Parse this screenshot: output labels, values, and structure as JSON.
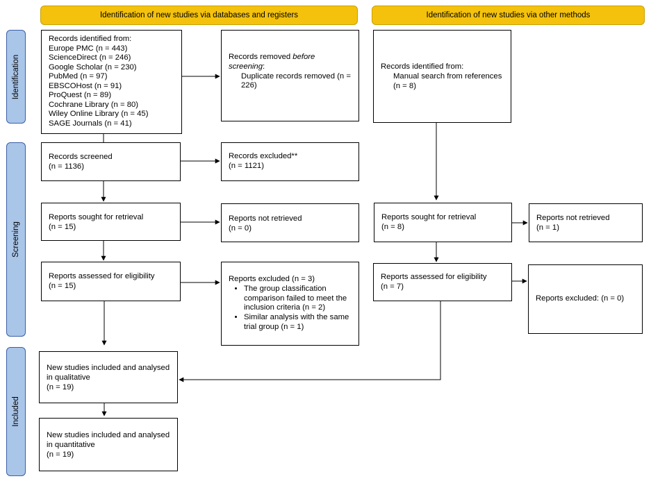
{
  "headers": {
    "databases": "Identification of new studies via databases and registers",
    "other": "Identification of new studies via other methods"
  },
  "phases": {
    "identification": "Identification",
    "screening": "Screening",
    "included": "Included"
  },
  "left": {
    "identified": {
      "title": "Records identified from:",
      "sources": [
        "Europe PMC (n = 443)",
        "ScienceDirect (n = 246)",
        "Google Scholar (n = 230)",
        "PubMed (n = 97)",
        "EBSCOHost (n = 91)",
        "ProQuest (n = 89)",
        "Cochrane Library (n = 80)",
        "Wiley Online Library (n = 45)",
        "SAGE Journals (n = 41)"
      ]
    },
    "removed": {
      "prefix": "Records removed ",
      "italic": "before screening",
      "colon": ":",
      "detail": "Duplicate records removed (n = 226)"
    },
    "screened": {
      "title": "Records screened",
      "count": "(n = 1136)"
    },
    "excluded": {
      "title": "Records excluded**",
      "count": "(n = 1121)"
    },
    "sought": {
      "title": "Reports sought for retrieval",
      "count": "(n = 15)"
    },
    "not_retrieved": {
      "title": "Reports not retrieved",
      "count": "(n = 0)"
    },
    "assessed": {
      "title": "Reports assessed for eligibility",
      "count": "(n = 15)"
    },
    "reports_excluded": {
      "title": "Reports excluded (n = 3)",
      "reasons": [
        "The group classification comparison failed to meet the inclusion criteria (n = 2)",
        "Similar analysis with the same trial group (n = 1)"
      ]
    },
    "qualitative": {
      "title": "New studies included and analysed in qualitative",
      "count": "(n = 19)"
    },
    "quantitative": {
      "title": "New studies included and analysed in quantitative",
      "count": "(n = 19)"
    }
  },
  "right": {
    "identified": {
      "title": "Records identified from:",
      "detail": "Manual search from references (n = 8)"
    },
    "sought": {
      "title": "Reports sought for retrieval",
      "count": "(n = 8)"
    },
    "not_retrieved": {
      "title": "Reports not retrieved",
      "count": "(n = 1)"
    },
    "assessed": {
      "title": "Reports assessed for eligibility",
      "count": "(n = 7)"
    },
    "excluded": {
      "title": "Reports excluded: (n = 0)"
    }
  },
  "colors": {
    "header": "#f4c20d",
    "phase": "#a9c5e8",
    "phase_border": "#3b5ea8"
  }
}
